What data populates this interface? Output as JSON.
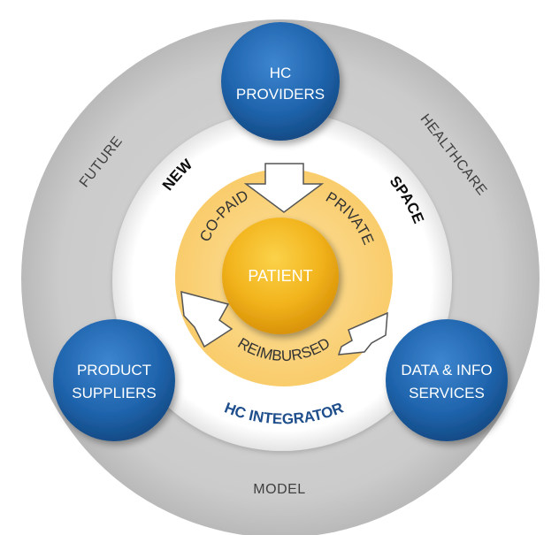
{
  "outer_ring": {
    "labels": {
      "future": "FUTURE",
      "healthcare": "HEALTHCARE",
      "model": "MODEL"
    }
  },
  "middle_ring": {
    "labels": {
      "new": "NEW",
      "space": "SPACE",
      "integrator": "HC INTEGRATOR"
    }
  },
  "inner_ring": {
    "labels": {
      "copaid": "CO-PAID",
      "private": "PRIVATE",
      "reimbursed": "REIMBURSED"
    }
  },
  "center": {
    "label": "PATIENT"
  },
  "nodes": {
    "providers": {
      "line1": "HC",
      "line2": "PROVIDERS"
    },
    "suppliers": {
      "line1": "PRODUCT",
      "line2": "SUPPLIERS"
    },
    "data": {
      "line1": "DATA & INFO",
      "line2": "SERVICES"
    }
  },
  "colors": {
    "outer_ring": "#c9c9c9",
    "middle_disc": "#ffffff",
    "inner_ring": "#fbd27a",
    "center": "#f2b41d",
    "node": "#1f64ad",
    "integrator_text": "#1f4e8c"
  }
}
